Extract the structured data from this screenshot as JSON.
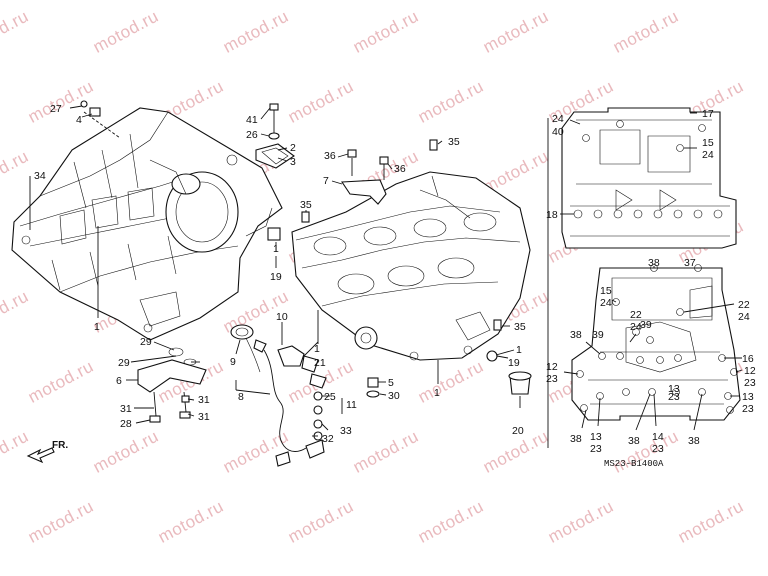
{
  "diagram_code": "MS23-B1400A",
  "direction_label": "FR.",
  "watermark_text": "motod.ru",
  "colors": {
    "line": "#111111",
    "watermark": "#e9b9bd",
    "background": "#ffffff"
  },
  "callouts": {
    "c27": "27",
    "c4": "4",
    "c34": "34",
    "c1a": "1",
    "c41": "41",
    "c26": "26",
    "c2": "2",
    "c3": "3",
    "c36a": "36",
    "c36b": "36",
    "c7": "7",
    "c35a": "35",
    "c35b": "35",
    "c1b": "1",
    "c19a": "19",
    "c29a": "29",
    "c29b": "29",
    "c6": "6",
    "c31a": "31",
    "c31b": "31",
    "c31c": "31",
    "c28": "28",
    "c10": "10",
    "c9": "9",
    "c21": "21",
    "c1c": "1",
    "c8": "8",
    "c25": "25",
    "c11": "11",
    "c33": "33",
    "c32": "32",
    "c5": "5",
    "c30": "30",
    "c1d": "1",
    "c35c": "35",
    "c19b": "19",
    "c1e": "1",
    "c20": "20",
    "c24a": "24",
    "c40": "40",
    "c17": "17",
    "c15a": "15",
    "c24b": "24",
    "c18": "18",
    "c38a": "38",
    "c37": "37",
    "c15b": "15",
    "c24c": "24",
    "c22a": "22",
    "c24d": "24",
    "c22b": "22",
    "c24e": "24",
    "c39a": "39",
    "c38b": "38",
    "c39b": "39",
    "c12a": "12",
    "c23a": "23",
    "c16": "16",
    "c12b": "12",
    "c23b": "23",
    "c13a": "13",
    "c23c": "23",
    "c13b": "13",
    "c23d": "23",
    "c38c": "38",
    "c13c": "13",
    "c23e": "23",
    "c38d": "38",
    "c14": "14",
    "c23f": "23",
    "c38e": "38"
  }
}
